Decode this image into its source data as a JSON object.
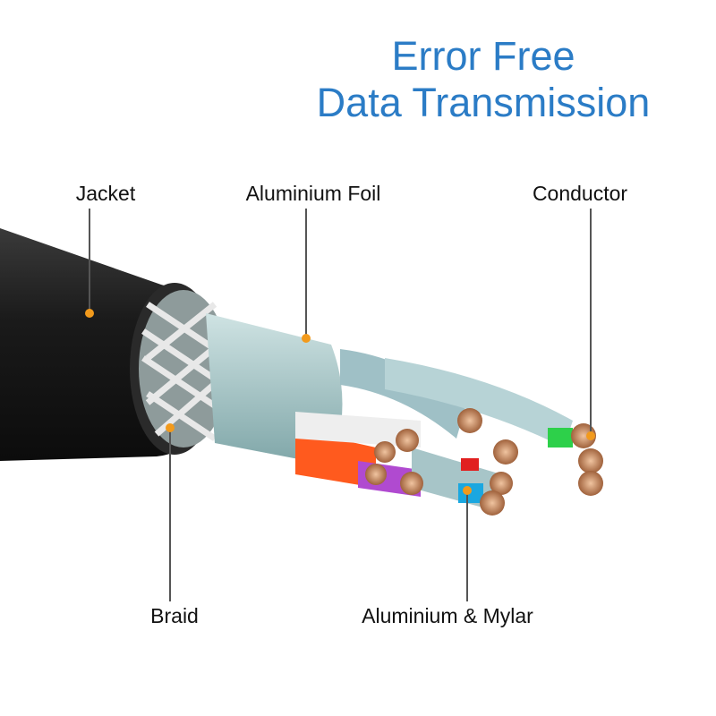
{
  "title": {
    "line1": "Error Free",
    "line2": "Data Transmission"
  },
  "labels": {
    "jacket": "Jacket",
    "foil": "Aluminium Foil",
    "conductor": "Conductor",
    "braid": "Braid",
    "mylar": "Aluminium & Mylar"
  },
  "colors": {
    "title": "#2b7cc6",
    "dot": "#f29a1c",
    "jacket": "#1e1e1e",
    "foil": "#a9c9c9",
    "copper": "#c98a5e"
  }
}
